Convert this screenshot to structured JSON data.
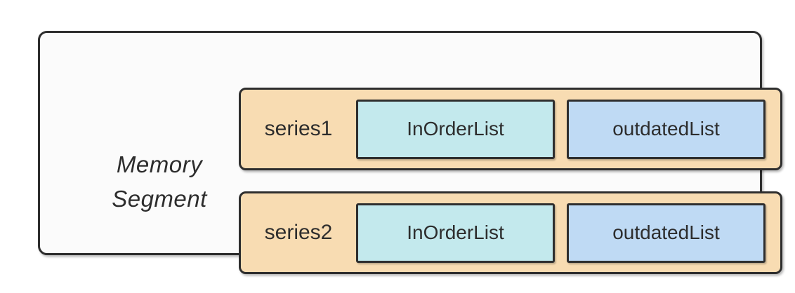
{
  "diagram": {
    "title": "Memory Segment",
    "title_lines": [
      "Memory",
      "Segment"
    ],
    "rows": [
      {
        "label": "series1",
        "boxes": [
          {
            "label": "InOrderList"
          },
          {
            "label": "outdatedList"
          }
        ]
      },
      {
        "label": "series2",
        "boxes": [
          {
            "label": "InOrderList"
          },
          {
            "label": "outdatedList"
          }
        ]
      }
    ],
    "colors": {
      "row_fill": "#f8dcb2",
      "in_order_fill": "#c3e9ed",
      "outdated_fill": "#bfdaf4",
      "border": "#2e2e2e",
      "panel_fill": "#fbfbfb",
      "text": "#2d2d2d"
    }
  }
}
